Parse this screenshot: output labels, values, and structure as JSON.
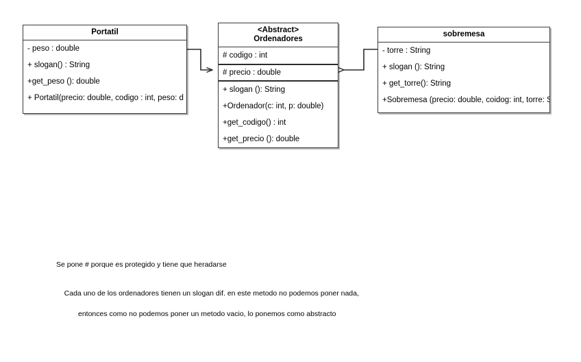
{
  "diagram": {
    "type": "uml-class-diagram",
    "background_color": "#ffffff",
    "line_color": "#3a3a3a",
    "classes": [
      {
        "id": "portatil",
        "name": "Portatil",
        "stereotype": "",
        "members": [
          "- peso : double",
          "+ slogan() : String",
          "+get_peso (): double",
          "+ Portatil(precio: double, codigo : int, peso: d"
        ]
      },
      {
        "id": "ordenadores",
        "name": "Ordenadores",
        "stereotype": "<Abstract>",
        "members": [
          "# codigo : int",
          "# precio : double",
          "+ slogan (): String",
          "+Ordenador(c: int, p: double)",
          "+get_codigo() : int",
          "+get_precio (): double"
        ],
        "selected_member_index": 1
      },
      {
        "id": "sobremesa",
        "name": "sobremesa",
        "stereotype": "",
        "members": [
          "- torre : String",
          "+ slogan (): String",
          "+ get_torre(): String",
          "+Sobremesa (precio: double, coidog: int, torre: S"
        ]
      }
    ],
    "connectors": [
      {
        "name": "portatil-extends-ordenadores",
        "from": "portatil",
        "to": "ordenadores",
        "arrow": "open-arrowhead-right"
      },
      {
        "name": "sobremesa-extends-ordenadores",
        "from": "sobremesa",
        "to": "ordenadores",
        "arrow": "open-arrowhead-left"
      }
    ]
  },
  "notes": {
    "protegido": "Se pone # porque es protegido y tiene que heradarse",
    "abstracto_line1": "Cada uno de los ordenadores tienen un slogan dif. en este metodo no podemos poner nada,",
    "abstracto_line2": "entonces como no podemos poner un metodo vacio, lo ponemos como abstracto"
  }
}
